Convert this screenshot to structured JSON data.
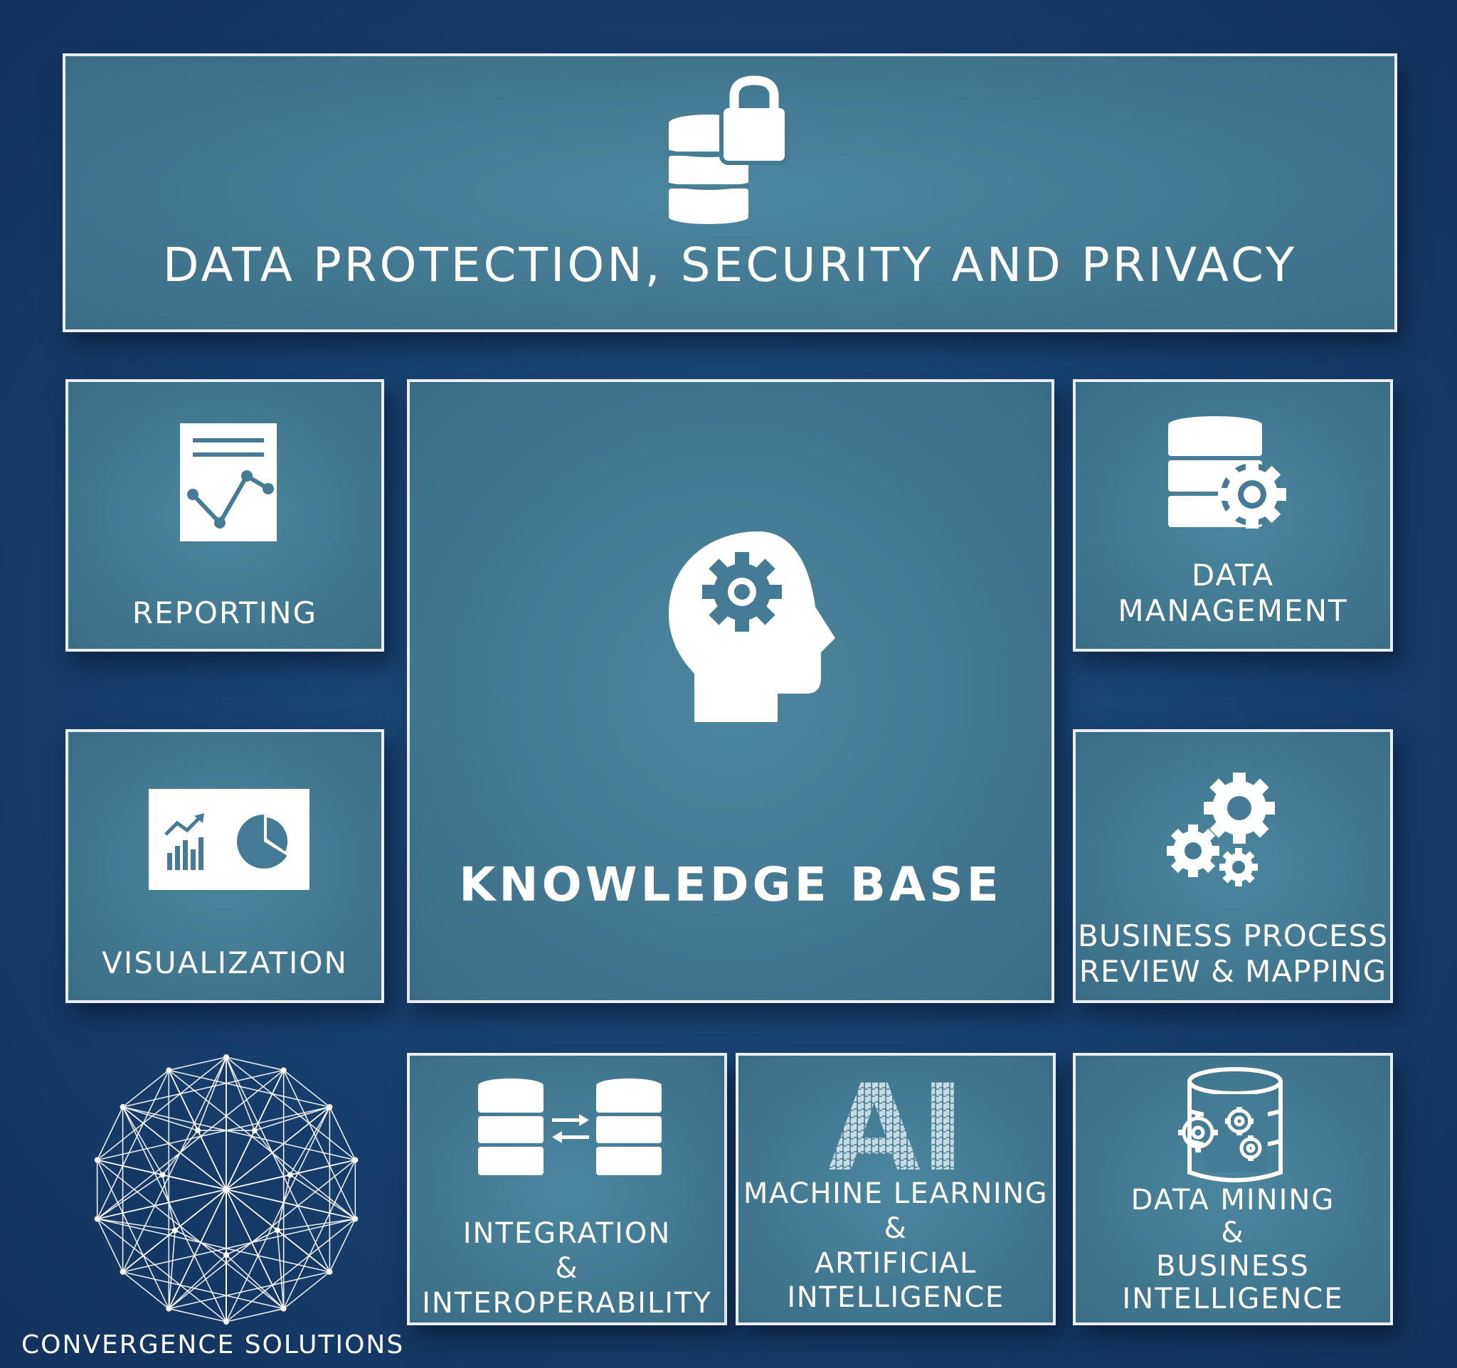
{
  "colors": {
    "background": "#173f6c",
    "tile_fill": "#457b94",
    "tile_border": "#e9eef2",
    "text": "#ffffff"
  },
  "header": {
    "title": "DATA PROTECTION, SECURITY AND PRIVACY",
    "icon": "database-lock-icon"
  },
  "center": {
    "title": "KNOWLEDGE BASE",
    "icon": "head-gear-icon"
  },
  "tiles": {
    "reporting": {
      "label": "REPORTING",
      "icon": "report-chart-icon"
    },
    "data_management": {
      "label": "DATA\nMANAGEMENT",
      "icon": "database-gear-icon"
    },
    "visualization": {
      "label": "VISUALIZATION",
      "icon": "charts-board-icon"
    },
    "business_process": {
      "label": "BUSINESS PROCESS\nREVIEW & MAPPING",
      "icon": "gears-icon"
    },
    "integration": {
      "label": "INTEGRATION\n&\nINTEROPERABILITY",
      "icon": "database-sync-icon"
    },
    "machine_learning": {
      "label": "MACHINE LEARNING\n&\nARTIFICIAL\nINTELLIGENCE",
      "icon": "ai-circuit-icon",
      "icon_text": "AI"
    },
    "data_mining": {
      "label": "DATA MINING\n&\nBUSINESS\nINTELLIGENCE",
      "icon": "database-gears-icon"
    }
  },
  "logo": {
    "name": "CONVERGENCE SOLUTIONS",
    "icon": "network-sphere-icon"
  }
}
